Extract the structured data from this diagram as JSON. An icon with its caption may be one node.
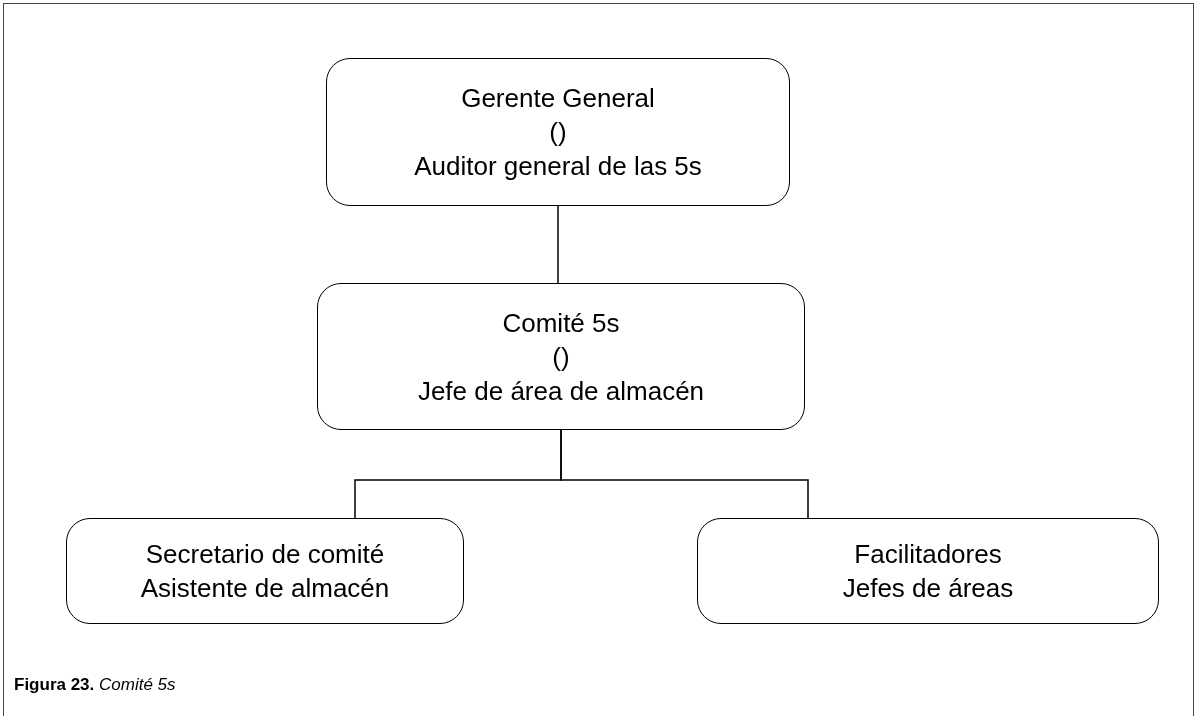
{
  "diagram": {
    "caption": "**Figura 23.** *Comité 5s*",
    "nodes": [
      {
        "text": [
          "Gerente General",
          "()",
          "Auditor general de las 5s"
        ]
      },
      {
        "text": [
          "Comité 5s",
          "()",
          "Jefe de área de almacén"
        ]
      },
      {
        "text": [
          "Secretario de comité",
          "Asistente de almacén"
        ]
      },
      {
        "text": [
          "Facilitadores",
          "Jefes de áreas"
        ]
      }
    ],
    "edges": [
      {
        "from": 0,
        "to": 1,
        "arrow": "none"
      },
      {
        "from": 1,
        "to": 2,
        "arrow": "none"
      },
      {
        "from": 1,
        "to": 3,
        "arrow": "none"
      }
    ]
  }
}
